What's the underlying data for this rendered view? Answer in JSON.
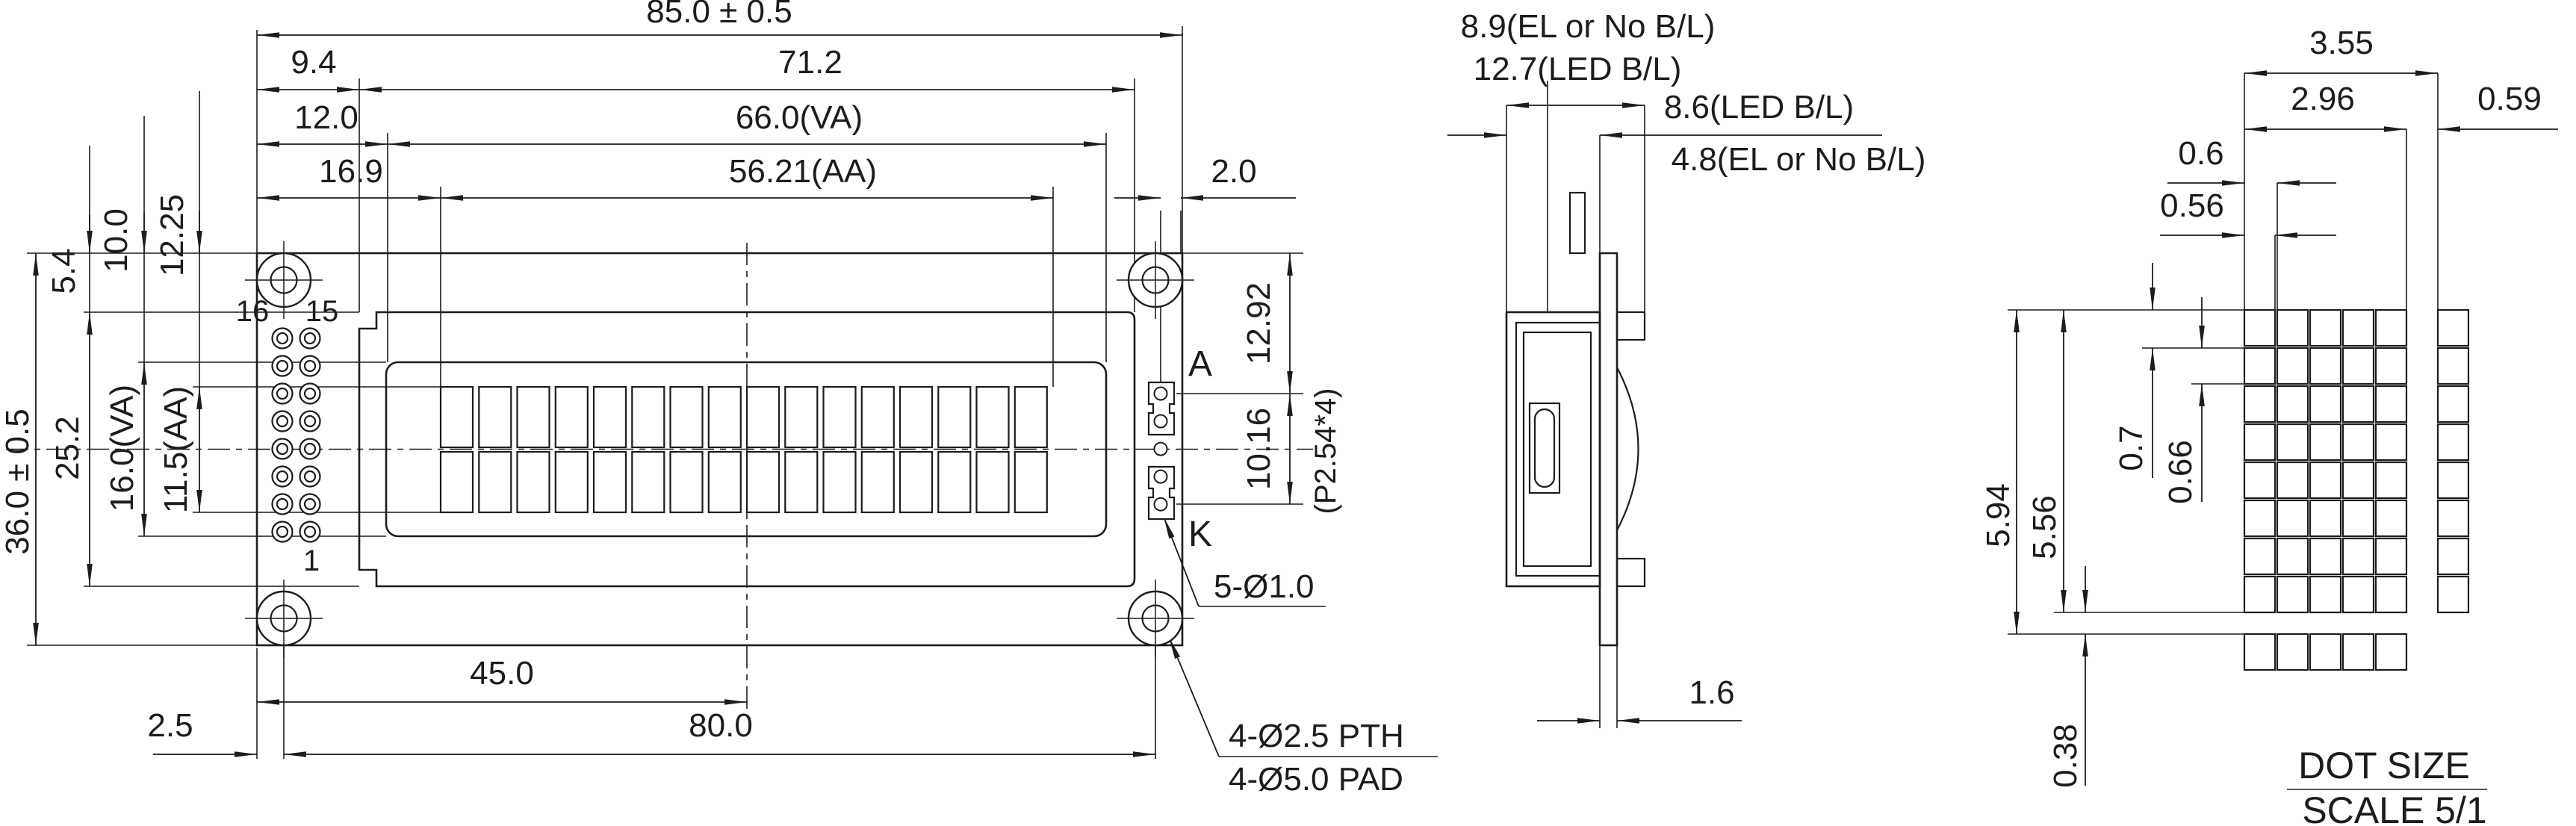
{
  "drawing": {
    "front": {
      "lcd": {
        "columns": 16,
        "rows": 2
      },
      "pin_header": {
        "columns": 2,
        "rows": 8
      },
      "mounting_holes": 4,
      "backlight_pin_holes": 5,
      "dims": {
        "overall_width": "85.0 ± 0.5",
        "frame_offset": "9.4",
        "frame_width": "71.2",
        "va_offset": "12.0",
        "va_width": "66.0(VA)",
        "aa_offset": "16.9",
        "aa_width": "56.21(AA)",
        "bl_pad_edge": "2.0",
        "overall_height": "36.0 ± 0.5",
        "frame_height": "25.2",
        "va_height": "16.0(VA)",
        "aa_height": "11.5(AA)",
        "frame_top_offset": "5.4",
        "va_top_offset": "10.0",
        "aa_top_offset": "12.25",
        "hole_edge_offset": "2.5",
        "hole_to_center": "45.0",
        "hole_span": "80.0",
        "bl_top_offset": "12.92",
        "bl_span": "10.16"
      },
      "pins": {
        "p16": "16",
        "p15": "15",
        "p1": "1"
      },
      "backlight": {
        "anode": "A",
        "cathode": "K",
        "pitch_note": "(P2.54*4)",
        "hole_note": "5-Ø1.0"
      },
      "notes": {
        "mount_hole": "4-Ø2.5 PTH",
        "mount_pad": "4-Ø5.0 PAD"
      }
    },
    "side": {
      "depth_el": "8.9(EL or No B/L)",
      "depth_led": "12.7(LED B/L)",
      "front_to_pcb_led": "8.6(LED B/L)",
      "front_to_pcb_el": "4.8(EL or No B/L)",
      "pcb_thickness": "1.6"
    },
    "dot": {
      "matrix": {
        "columns": 5,
        "rows": 8
      },
      "char_pitch_x": "3.55",
      "char_width": "2.96",
      "col_gap": "0.59",
      "dot_pitch_x": "0.6",
      "dot_width": "0.56",
      "char_pitch_y": "5.94",
      "char_height": "5.56",
      "dot_pitch_y": "0.7",
      "dot_height": "0.66",
      "row_gap": "0.38",
      "title": "DOT SIZE",
      "scale_note": "SCALE 5/1"
    }
  },
  "colors": {
    "ink": "#1c1c1c",
    "background": "#ffffff"
  }
}
